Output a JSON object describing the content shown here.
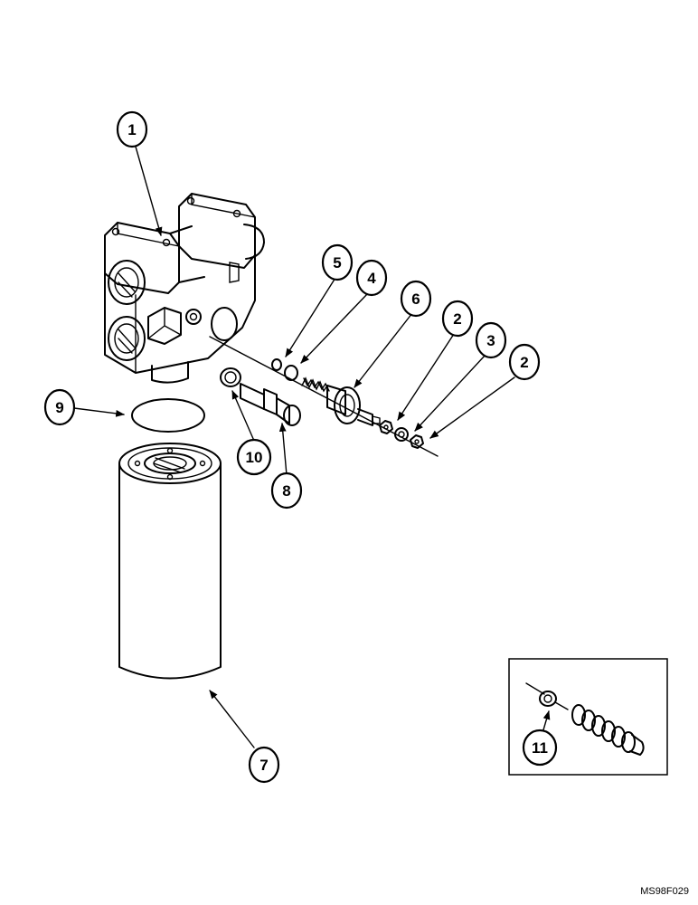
{
  "callouts": [
    {
      "id": "c1",
      "number": "1"
    },
    {
      "id": "c2a",
      "number": "2"
    },
    {
      "id": "c2b",
      "number": "2"
    },
    {
      "id": "c3",
      "number": "3"
    },
    {
      "id": "c4",
      "number": "4"
    },
    {
      "id": "c5",
      "number": "5"
    },
    {
      "id": "c6",
      "number": "6"
    },
    {
      "id": "c7",
      "number": "7"
    },
    {
      "id": "c8",
      "number": "8"
    },
    {
      "id": "c9",
      "number": "9"
    },
    {
      "id": "c10",
      "number": "10"
    },
    {
      "id": "c11",
      "number": "11"
    }
  ],
  "figure_code": "MS98F029"
}
